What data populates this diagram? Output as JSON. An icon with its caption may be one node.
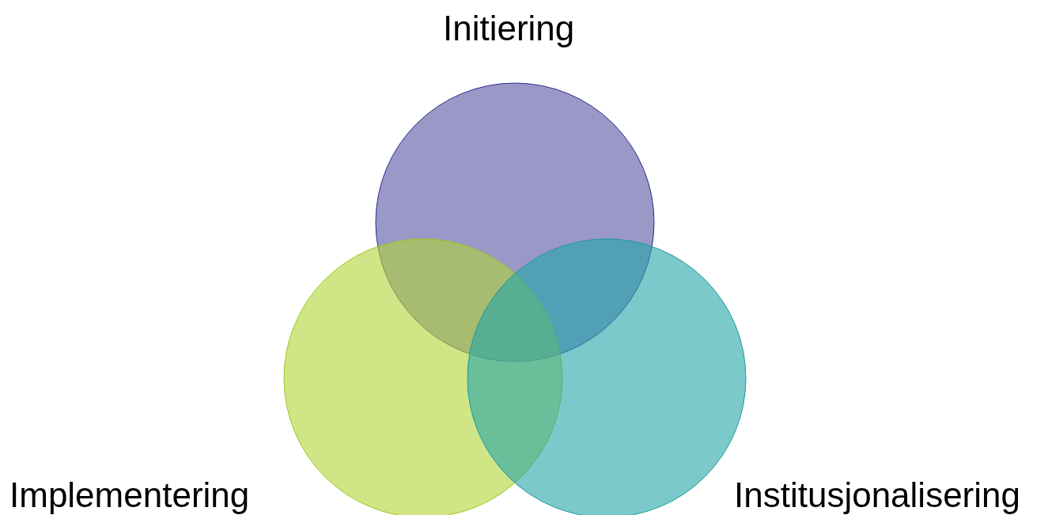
{
  "diagram": {
    "nodes": [
      {
        "text": [
          "Initiering"
        ]
      },
      {
        "text": [
          "Implementering"
        ]
      },
      {
        "text": [
          "Institusjonalisering"
        ]
      }
    ]
  }
}
